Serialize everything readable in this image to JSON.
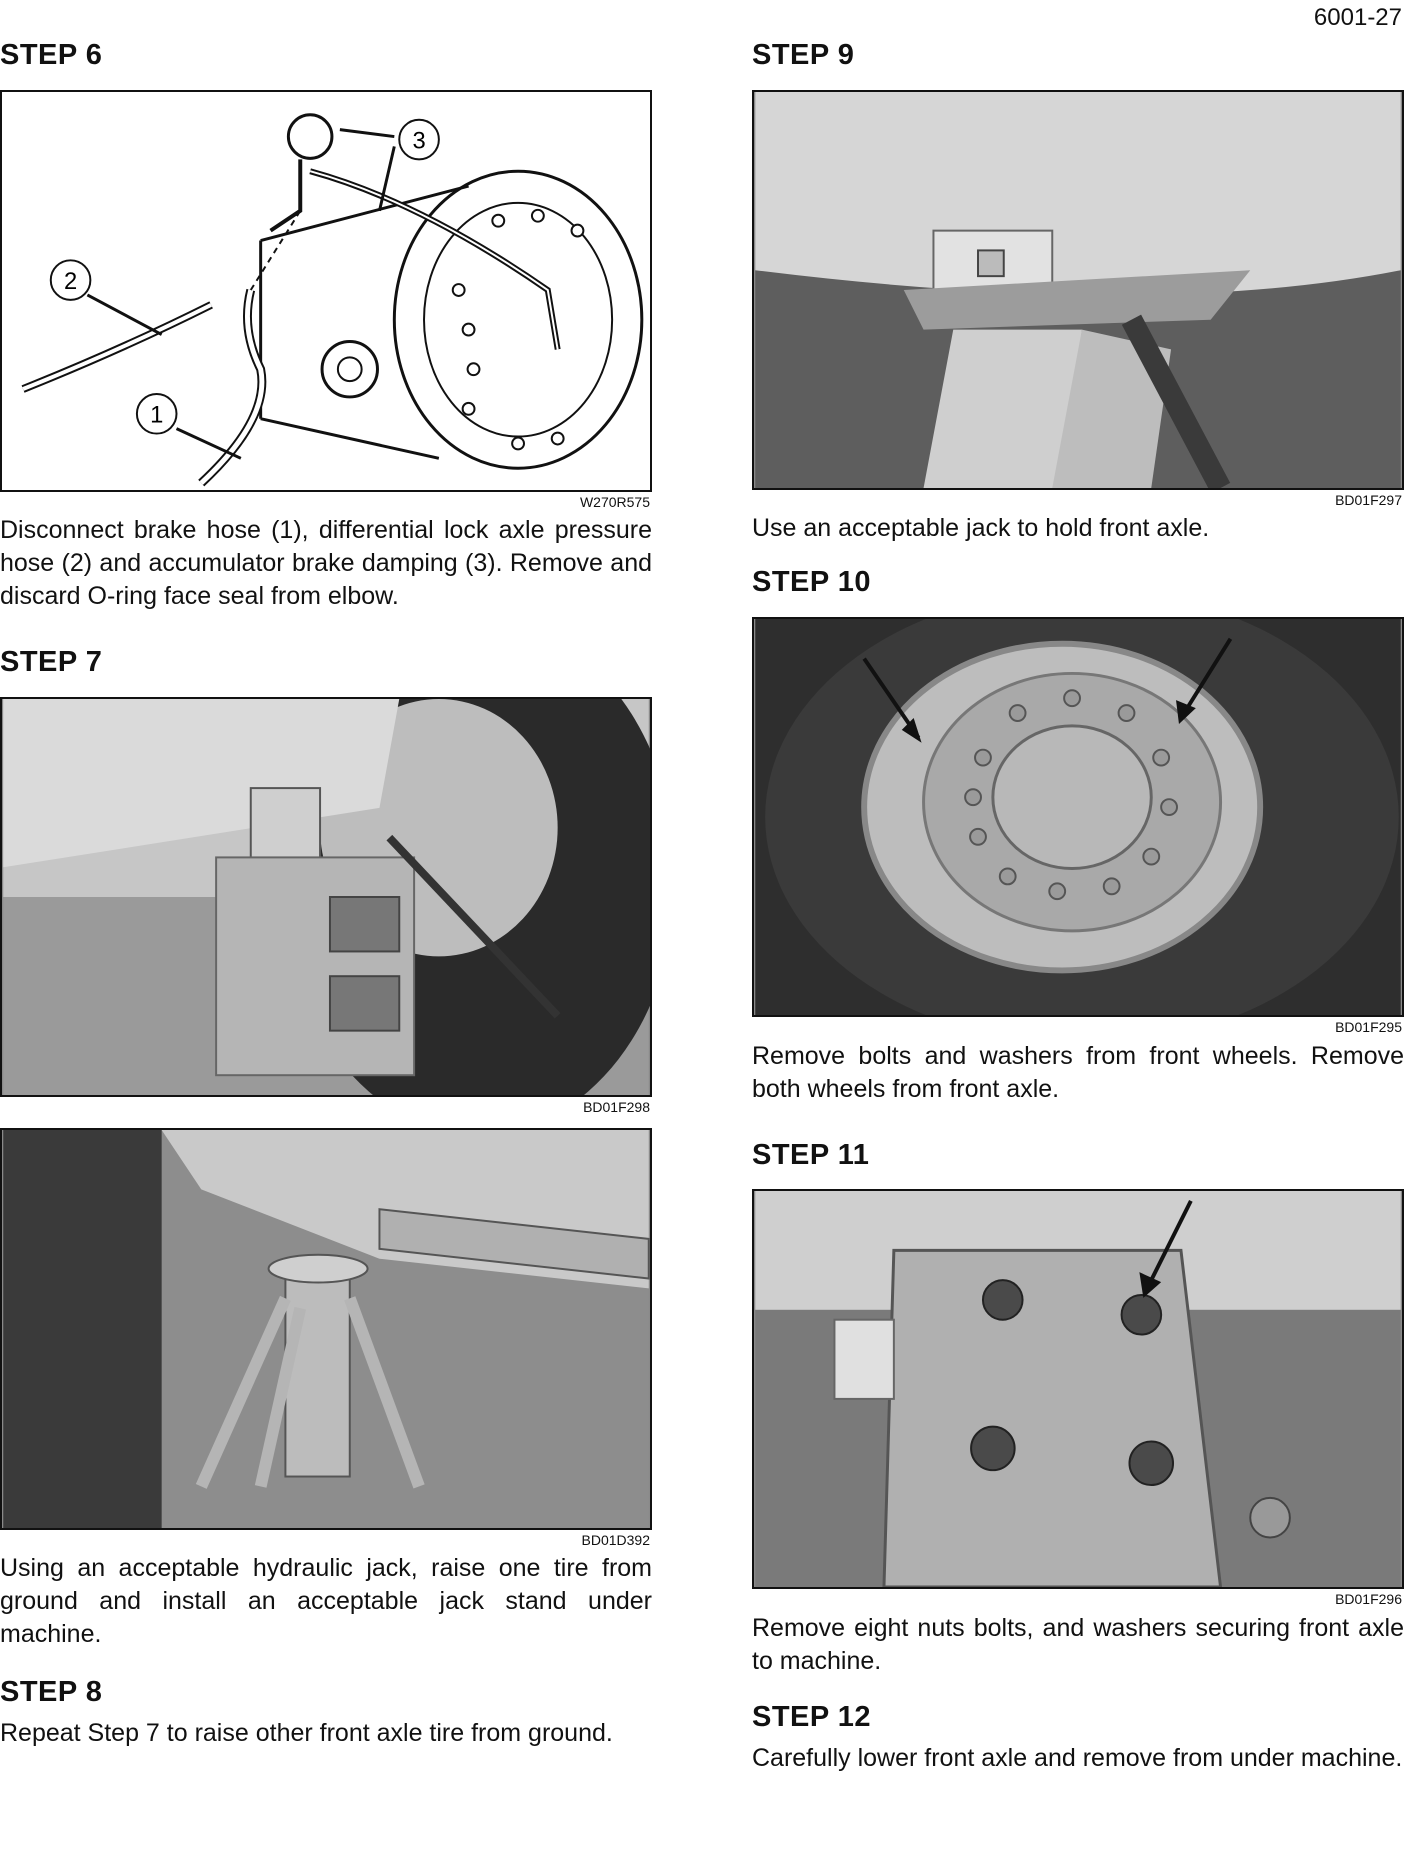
{
  "page_number": "6001-27",
  "left": {
    "step6": {
      "heading": "STEP 6",
      "callouts": [
        "1",
        "2",
        "3"
      ],
      "fig_code": "W270R575",
      "text": "Disconnect brake hose (1), differential lock axle pressure hose (2) and accumulator brake damping (3). Remove and discard O-ring face seal from elbow."
    },
    "step7": {
      "heading": "STEP 7",
      "fig_code_1": "BD01F298",
      "fig_code_2": "BD01D392",
      "text": "Using an acceptable hydraulic jack, raise one tire from ground and install an acceptable jack stand under machine."
    },
    "step8": {
      "heading": "STEP 8",
      "text": "Repeat Step 7 to raise other front axle tire from ground."
    }
  },
  "right": {
    "step9": {
      "heading": "STEP 9",
      "fig_code": "BD01F297",
      "text": "Use an acceptable jack to hold front axle."
    },
    "step10": {
      "heading": "STEP 10",
      "fig_code": "BD01F295",
      "text": "Remove bolts and washers from front wheels. Remove both wheels from front axle."
    },
    "step11": {
      "heading": "STEP 11",
      "fig_code": "BD01F296",
      "text": "Remove eight nuts bolts, and washers securing front axle to machine."
    },
    "step12": {
      "heading": "STEP 12",
      "text": "Carefully lower front axle and remove from under machine."
    }
  }
}
